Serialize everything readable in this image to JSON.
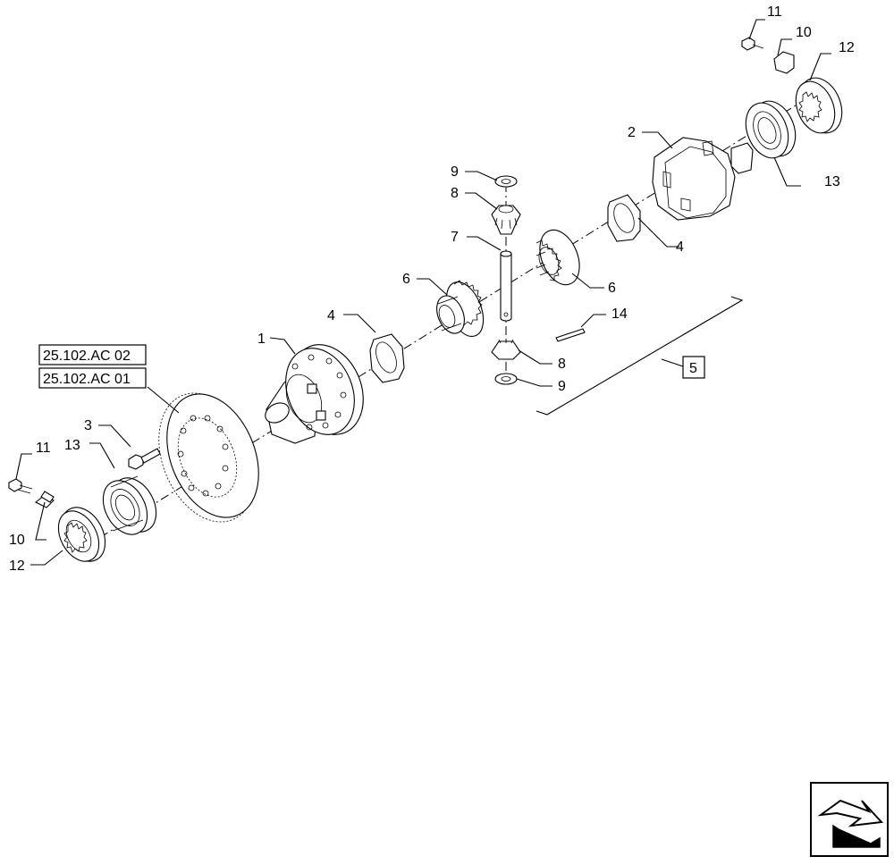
{
  "references": {
    "ref_1": "25.102.AC 02",
    "ref_2": "25.102.AC 01"
  },
  "callouts": {
    "c1": "1",
    "c2": "2",
    "c3": "3",
    "c4_left": "4",
    "c4_right": "4",
    "c5": "5",
    "c6_left": "6",
    "c6_right": "6",
    "c7": "7",
    "c8_top": "8",
    "c8_bottom": "8",
    "c9_top": "9",
    "c9_bottom": "9",
    "c10_left": "10",
    "c10_right": "10",
    "c11_left": "11",
    "c11_right": "11",
    "c12_left": "12",
    "c12_right": "12",
    "c13_left": "13",
    "c13_right": "13",
    "c14": "14"
  },
  "icons": {
    "navigation": "next-page-arrow-icon"
  }
}
